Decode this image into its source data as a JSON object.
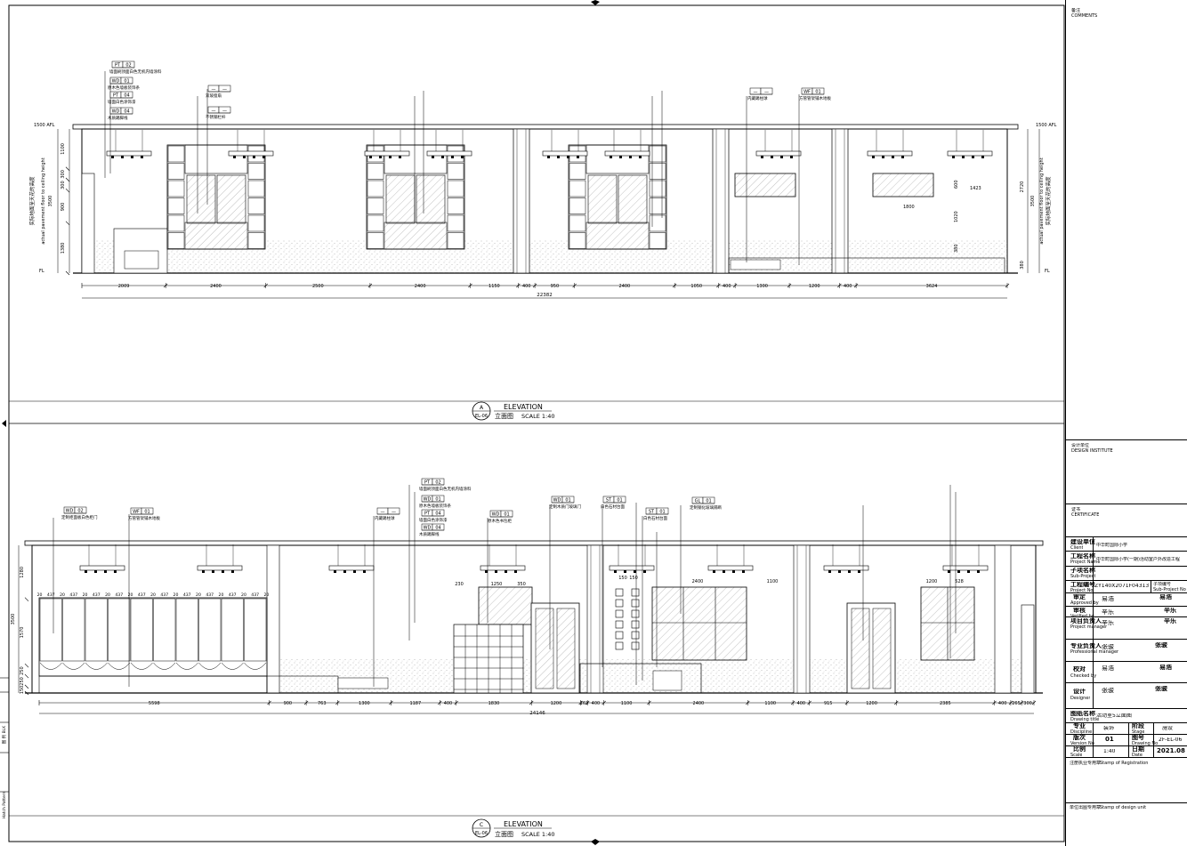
{
  "elevation_a": {
    "ref_letter": "A",
    "ref_sheet": "EL-06",
    "title": "ELEVATION",
    "subtitle": "立面图",
    "scale": "SCALE 1:40",
    "dims_bottom": [
      "2009",
      "2400",
      "2500",
      "2400",
      "1150",
      "400",
      "950",
      "2400",
      "1050",
      "400",
      "1300",
      "1200",
      "400",
      "3624"
    ],
    "total": "22382",
    "level_top": "1500 AFL",
    "level_fl": "FL",
    "height_dims_left": [
      "1100",
      "300",
      "300",
      "900",
      "1380"
    ],
    "height_total": "3500",
    "side_label_cn": "实际地面至天花的高度",
    "side_label_en": "actual pavement floor to ceiling height",
    "right_heights": [
      "2720",
      "3500",
      "380"
    ],
    "window_dims": [
      "1423",
      "1800",
      "600",
      "1020",
      "380"
    ],
    "callouts": [
      {
        "code": "PT",
        "num": "02",
        "text": "墙面刷顶面白色无机内墙涂料"
      },
      {
        "code": "WD",
        "num": "01",
        "text": "原木色墙板装饰条"
      },
      {
        "code": "PT",
        "num": "04",
        "text": "墙面白色涂饰漆"
      },
      {
        "code": "WD",
        "num": "04",
        "text": "木质踢脚线"
      },
      {
        "code": "—",
        "num": "—",
        "text": "双玻窗扇"
      },
      {
        "code": "—",
        "num": "—",
        "text": "不锈钢栏杆"
      },
      {
        "code": "WF",
        "num": "01",
        "text": "方管管架铺木地板"
      },
      {
        "code": "—",
        "num": "—",
        "text": "内藏踢柱球"
      }
    ]
  },
  "elevation_c": {
    "ref_letter": "C",
    "ref_sheet": "EL-06",
    "title": "ELEVATION",
    "subtitle": "立面图",
    "scale": "SCALE 1:40",
    "dims_bottom": [
      "5598",
      "900",
      "763",
      "1300",
      "1187",
      "400",
      "1830",
      "1200",
      "163",
      "400",
      "1100",
      "2400",
      "1100",
      "400",
      "915",
      "1200",
      "2385",
      "400",
      "265",
      "300"
    ],
    "total": "24146",
    "locker_dims": [
      "20",
      "437",
      "20",
      "437",
      "20",
      "437",
      "20",
      "437",
      "20",
      "437",
      "20",
      "437",
      "20",
      "437",
      "20",
      "437",
      "20",
      "437",
      "20",
      "437",
      "20"
    ],
    "height_dims_left": [
      "1280",
      "1570",
      "250",
      "250",
      "150"
    ],
    "height_total": "3500",
    "door_dims": [
      "1250",
      "350",
      "230",
      "150",
      "150",
      "2400",
      "1100",
      "1200",
      "528"
    ],
    "callouts": [
      {
        "code": "WD",
        "num": "02",
        "text": "定制柜面板白色柜门"
      },
      {
        "code": "WF",
        "num": "01",
        "text": "方管管架铺木地板"
      },
      {
        "code": "—",
        "num": "—",
        "text": "内藏踢柱球"
      },
      {
        "code": "PT",
        "num": "02",
        "text": "墙面刷顶面白色无机内墙涂料"
      },
      {
        "code": "WD",
        "num": "01",
        "text": "原木色墙板装饰条"
      },
      {
        "code": "PT",
        "num": "04",
        "text": "墙面白色涂饰漆"
      },
      {
        "code": "WD",
        "num": "04",
        "text": "木质踢脚线"
      },
      {
        "code": "WD",
        "num": "01",
        "text": "原木色书包柜"
      },
      {
        "code": "WD",
        "num": "01",
        "text": "定制木质门玻璃门"
      },
      {
        "code": "ST",
        "num": "01",
        "text": "白色石材台面"
      },
      {
        "code": "ST",
        "num": "01",
        "text": "白色石材台面"
      },
      {
        "code": "GL",
        "num": "01",
        "text": "定制钢化玻璃隔断"
      }
    ]
  },
  "title_block": {
    "comments_cn": "备注",
    "comments_en": "COMMENTS",
    "design_unit_cn": "设计单位",
    "design_unit_en": "DESIGN INSTITUTE",
    "certificate_cn": "证书",
    "certificate_en": "CERTIFICATE",
    "client_label": "建设单位",
    "client_label_en": "Client",
    "client_value": "中华町国际小学",
    "project_label": "工程名称",
    "project_label_en": "Project Name",
    "project_value": "中华町国际小学(一期)活动室户外改造工程",
    "subproject_label": "子项名称",
    "subproject_label_en": "Sub-Project",
    "project_no_label": "工程编号",
    "project_no_label_en": "Project No",
    "project_no": "ZY140X2071F04313",
    "subproject_no_label": "子项编号",
    "subproject_no_label_en": "Sub-Project No",
    "approved_label": "审定",
    "approved_label_en": "Approved by",
    "approved_by": "易浩",
    "verified_label": "审核",
    "verified_label_en": "Verified by",
    "verified_by": "辛乐",
    "pm_label": "项目负责人",
    "pm_label_en": "Project manager",
    "pm": "辛乐",
    "professional_label": "专业负责人",
    "professional_label_en": "Professional manager",
    "professional": "张骏",
    "checked_label": "校对",
    "checked_label_en": "Checked by",
    "checked_by": "易浩",
    "designer_label": "设计",
    "designer_label_en": "Designer",
    "designer": "张骏",
    "drawing_title_label": "图纸名称",
    "drawing_title_label_en": "Drawing title",
    "drawing_title": "活动室5立面图",
    "discipline_label": "专业",
    "discipline_label_en": "Discipline",
    "discipline": "装饰",
    "stage_label": "阶段",
    "stage_label_en": "Stage",
    "stage": "施设",
    "version_label": "版次",
    "version_label_en": "Version No",
    "version": "01",
    "drawing_no_label": "图号",
    "drawing_no_label_en": "Drawing No",
    "drawing_no": "2F-EL-06",
    "scale_label": "比例",
    "scale_label_en": "Scale",
    "scale": "1:40",
    "date_label": "日期",
    "date_label_en": "Date",
    "date": "2021.08",
    "reg_stamp_label": "注册执业专用章",
    "reg_stamp_label_en": "Stamp of Registration",
    "unit_stamp_label": "单位出图专用章",
    "unit_stamp_label_en": "Stamp of design unit"
  },
  "left_strip": {
    "label_top": "图 例 BLK",
    "label_bottom": "Hatch Pattern"
  }
}
